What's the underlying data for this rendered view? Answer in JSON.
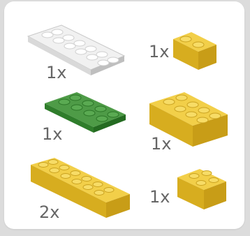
{
  "colors": {
    "background": "#dcdcdc",
    "panel": "#ffffff",
    "quantity_text": "#666666",
    "white_brick": "#e8e8e8",
    "green_brick": "#3b8c3a",
    "yellow_brick": "#e5bd2e"
  },
  "parts": [
    {
      "id": "white-plate-2x6",
      "quantity": "1x",
      "color": "white",
      "kind": "plate",
      "studs": "2x6"
    },
    {
      "id": "yellow-brick-1x2",
      "quantity": "1x",
      "color": "yellow",
      "kind": "brick",
      "studs": "1x2"
    },
    {
      "id": "green-plate-2x4",
      "quantity": "1x",
      "color": "green",
      "kind": "plate",
      "studs": "2x4"
    },
    {
      "id": "yellow-brick-2x4",
      "quantity": "1x",
      "color": "yellow",
      "kind": "brick",
      "studs": "2x4"
    },
    {
      "id": "yellow-brick-2x6",
      "quantity": "2x",
      "color": "yellow",
      "kind": "brick",
      "studs": "2x6"
    },
    {
      "id": "yellow-brick-2x2",
      "quantity": "1x",
      "color": "yellow",
      "kind": "brick",
      "studs": "2x2"
    }
  ]
}
